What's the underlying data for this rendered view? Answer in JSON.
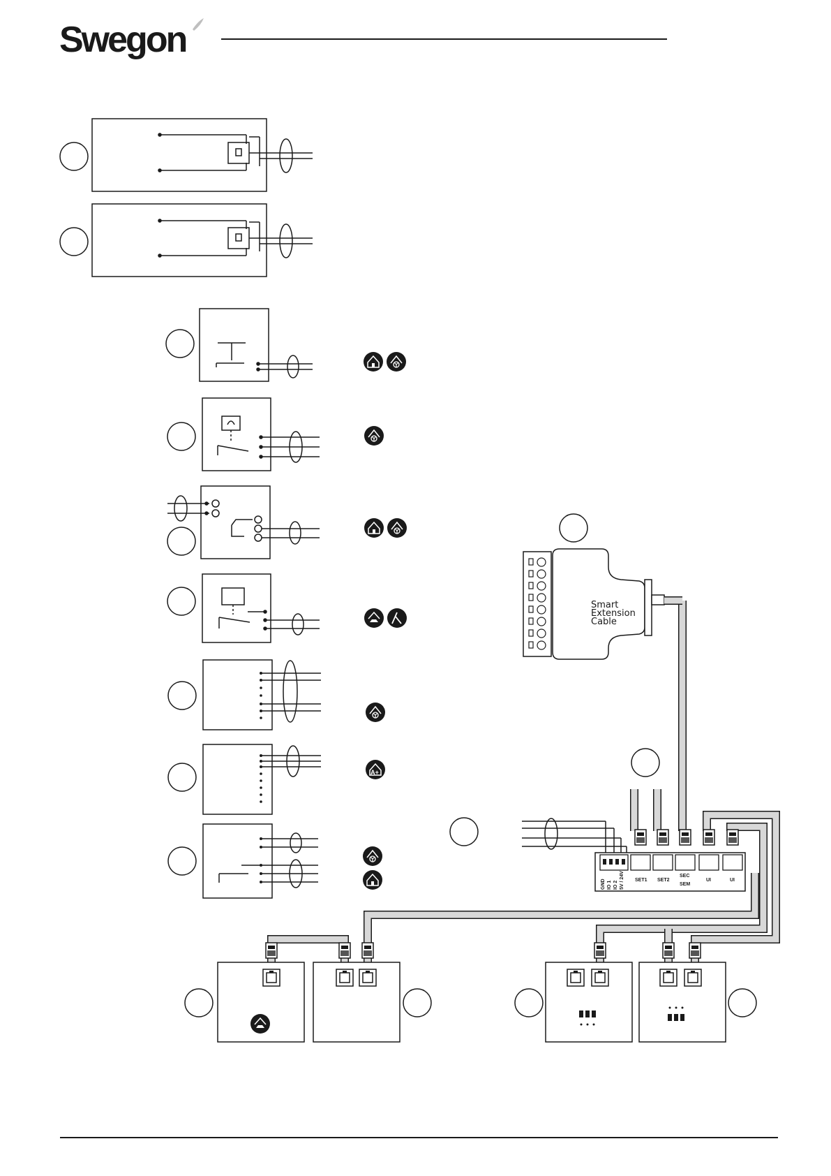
{
  "brand": {
    "name": "Swegon"
  },
  "connector": {
    "label_lines": [
      "Smart",
      "Extension",
      "Cable"
    ]
  },
  "controller": {
    "io_terminals": [
      "GND",
      "IO 1",
      "IO 2",
      "5V / 24V"
    ],
    "port_labels": [
      "SET1",
      "SET2",
      "SEC",
      "SEM",
      "UI",
      "UI"
    ]
  },
  "icons": {
    "row1": [
      "house-icon",
      "fan-icon"
    ],
    "row2": [
      "fan-icon"
    ],
    "row3": [
      "house-icon",
      "fan-icon"
    ],
    "row4": [
      "cooker-hood-icon",
      "fireplace-icon"
    ],
    "row5": [
      "fan-icon"
    ],
    "row6": [
      "a-plus-icon"
    ],
    "row7": [
      "fan-icon",
      "house-icon"
    ],
    "panel1": [
      "cooker-hood-icon"
    ]
  },
  "colors": {
    "line": "#1a1a1a",
    "cable_fill": "#d8d8d8"
  }
}
